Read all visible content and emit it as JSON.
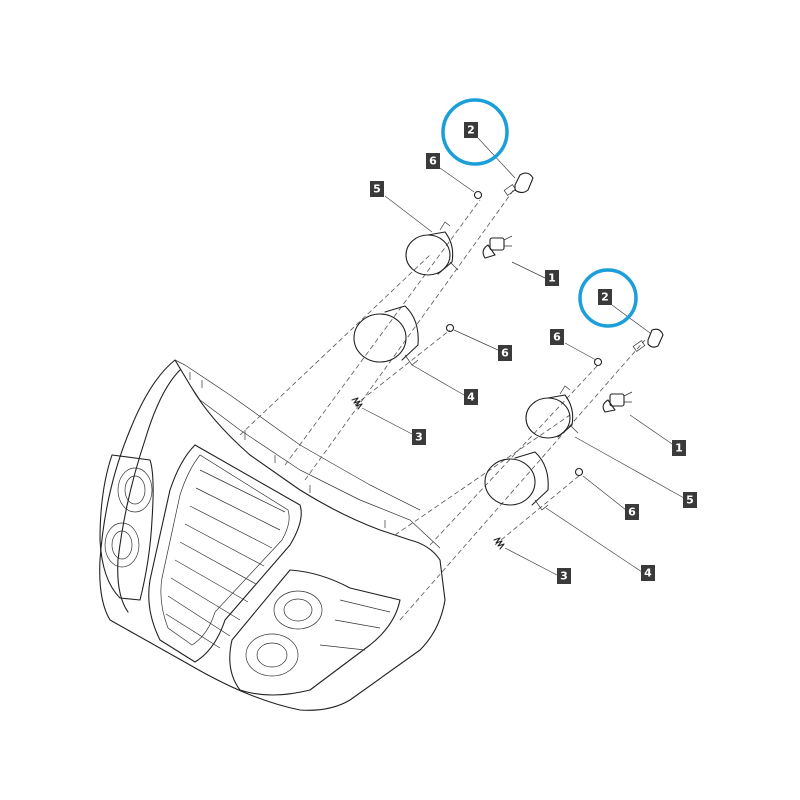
{
  "callouts": [
    {
      "id": "c1",
      "text": "2",
      "highlight": true
    },
    {
      "id": "c2",
      "text": "6"
    },
    {
      "id": "c3",
      "text": "5"
    },
    {
      "id": "c4",
      "text": "1"
    },
    {
      "id": "c5",
      "text": "6"
    },
    {
      "id": "c6",
      "text": "4"
    },
    {
      "id": "c7",
      "text": "3"
    },
    {
      "id": "c8",
      "text": "2",
      "highlight": true
    },
    {
      "id": "c9",
      "text": "6"
    },
    {
      "id": "c10",
      "text": "1"
    },
    {
      "id": "c11",
      "text": "5"
    },
    {
      "id": "c12",
      "text": "6"
    },
    {
      "id": "c13",
      "text": "4"
    },
    {
      "id": "c14",
      "text": "3"
    }
  ],
  "colors": {
    "highlight_circle": "#1a9fd9",
    "label_background": "#3a3a3a",
    "label_text": "#ffffff",
    "line_art": "#222222"
  }
}
